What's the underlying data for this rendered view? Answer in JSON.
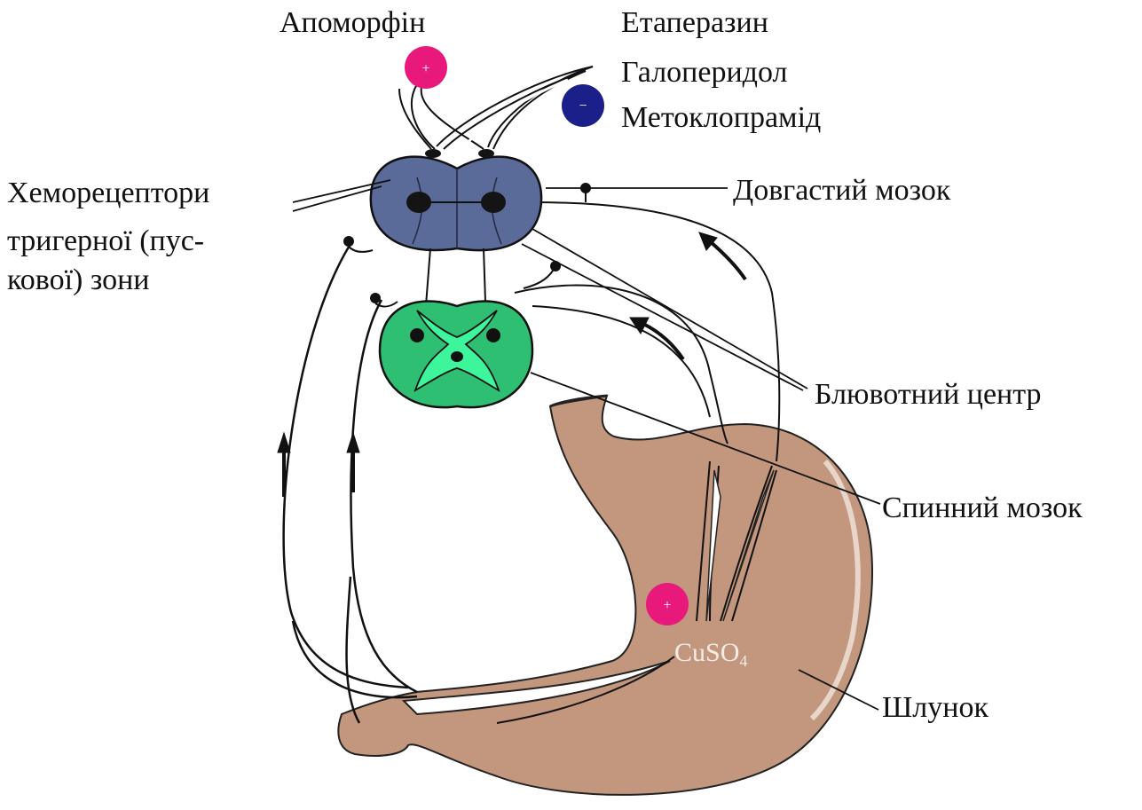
{
  "labels": {
    "apomorphine": "Апоморфін",
    "etaperazine": "Етаперазин",
    "haloperidol": "Галоперидол",
    "metoclopramide": "Метоклопрамід",
    "chemoreceptors_line1": "Хеморецептори",
    "chemoreceptors_line2": "тригерної (пус-",
    "chemoreceptors_line3": "кової) зони",
    "medulla": "Довгастий мозок",
    "vomiting_center": "Блювотний центр",
    "spinal_cord": "Спинний мозок",
    "stomach": "Шлунок",
    "cuso4": "CuSO",
    "cuso4_sub": "4",
    "apomorphine_sign": "+",
    "antagonist_sign": "−",
    "cuso4_sign": "+"
  },
  "colors": {
    "agonist_ball": "#e8197a",
    "antagonist_ball": "#1a1f8a",
    "medulla_fill": "#5a6a99",
    "spinal_cord_fill": "#2fbf73",
    "spinal_cord_light": "#3df59a",
    "stomach_fill": "#c2977d",
    "line": "#111111"
  }
}
